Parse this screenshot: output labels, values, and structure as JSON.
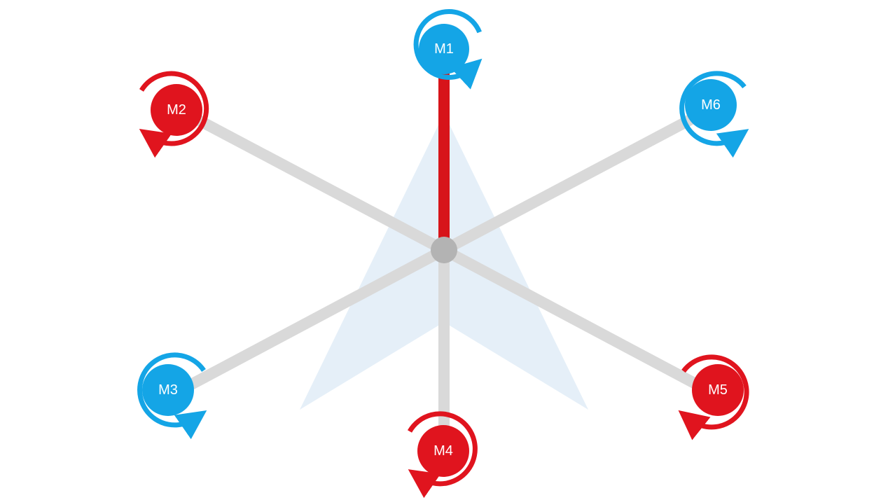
{
  "colors": {
    "background": "#ffffff",
    "arm": "#d9d9d9",
    "front_arm": "#d7141a",
    "hub": "#b3b3b3",
    "cone": "#dceaf6",
    "ccw_motor": "#14a5e6",
    "cw_motor": "#e0141e"
  },
  "hub": {
    "name": "center-hub"
  },
  "motors": [
    {
      "id": "m1",
      "label": "M1",
      "rotation": "counter-clockwise",
      "color": "#14a5e6",
      "front": true
    },
    {
      "id": "m2",
      "label": "M2",
      "rotation": "clockwise",
      "color": "#e0141e",
      "front": false
    },
    {
      "id": "m3",
      "label": "M3",
      "rotation": "counter-clockwise",
      "color": "#14a5e6",
      "front": false
    },
    {
      "id": "m4",
      "label": "M4",
      "rotation": "clockwise",
      "color": "#e0141e",
      "front": false
    },
    {
      "id": "m5",
      "label": "M5",
      "rotation": "clockwise",
      "color": "#e0141e",
      "front": false
    },
    {
      "id": "m6",
      "label": "M6",
      "rotation": "counter-clockwise",
      "color": "#14a5e6",
      "front": false
    }
  ]
}
